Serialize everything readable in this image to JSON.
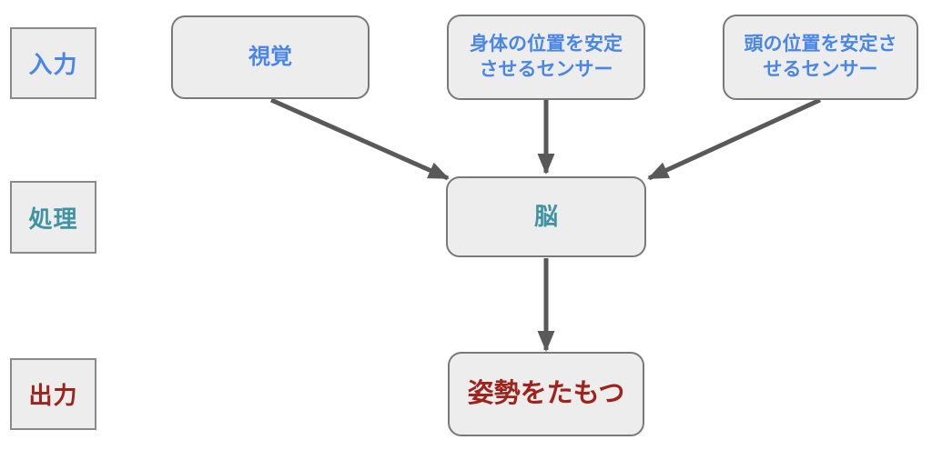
{
  "diagram": {
    "row_labels": [
      {
        "id": "input",
        "label": "入力",
        "color": "#4a86e8"
      },
      {
        "id": "process",
        "label": "処理",
        "color": "#3f93a3"
      },
      {
        "id": "output",
        "label": "出力",
        "color": "#9e231c"
      }
    ],
    "nodes": [
      {
        "id": "vision",
        "label": "視覚",
        "row": "input",
        "color": "#4a86e8"
      },
      {
        "id": "body-sensor",
        "label": "身体の位置を安定\nさせるセンサー",
        "row": "input",
        "color": "#4a86e8"
      },
      {
        "id": "head-sensor",
        "label": "頭の位置を安定さ\nせるセンサー",
        "row": "input",
        "color": "#4a86e8"
      },
      {
        "id": "brain",
        "label": "脳",
        "row": "process",
        "color": "#3f93a3"
      },
      {
        "id": "posture",
        "label": "姿勢をたもつ",
        "row": "output",
        "color": "#9e231c"
      }
    ],
    "edges": [
      {
        "from": "vision",
        "to": "brain"
      },
      {
        "from": "body-sensor",
        "to": "brain"
      },
      {
        "from": "head-sensor",
        "to": "brain"
      },
      {
        "from": "brain",
        "to": "posture"
      }
    ],
    "colors": {
      "node_fill": "#ededed",
      "node_border": "#797979",
      "arrow": "#595959",
      "background": "#ffffff"
    }
  }
}
